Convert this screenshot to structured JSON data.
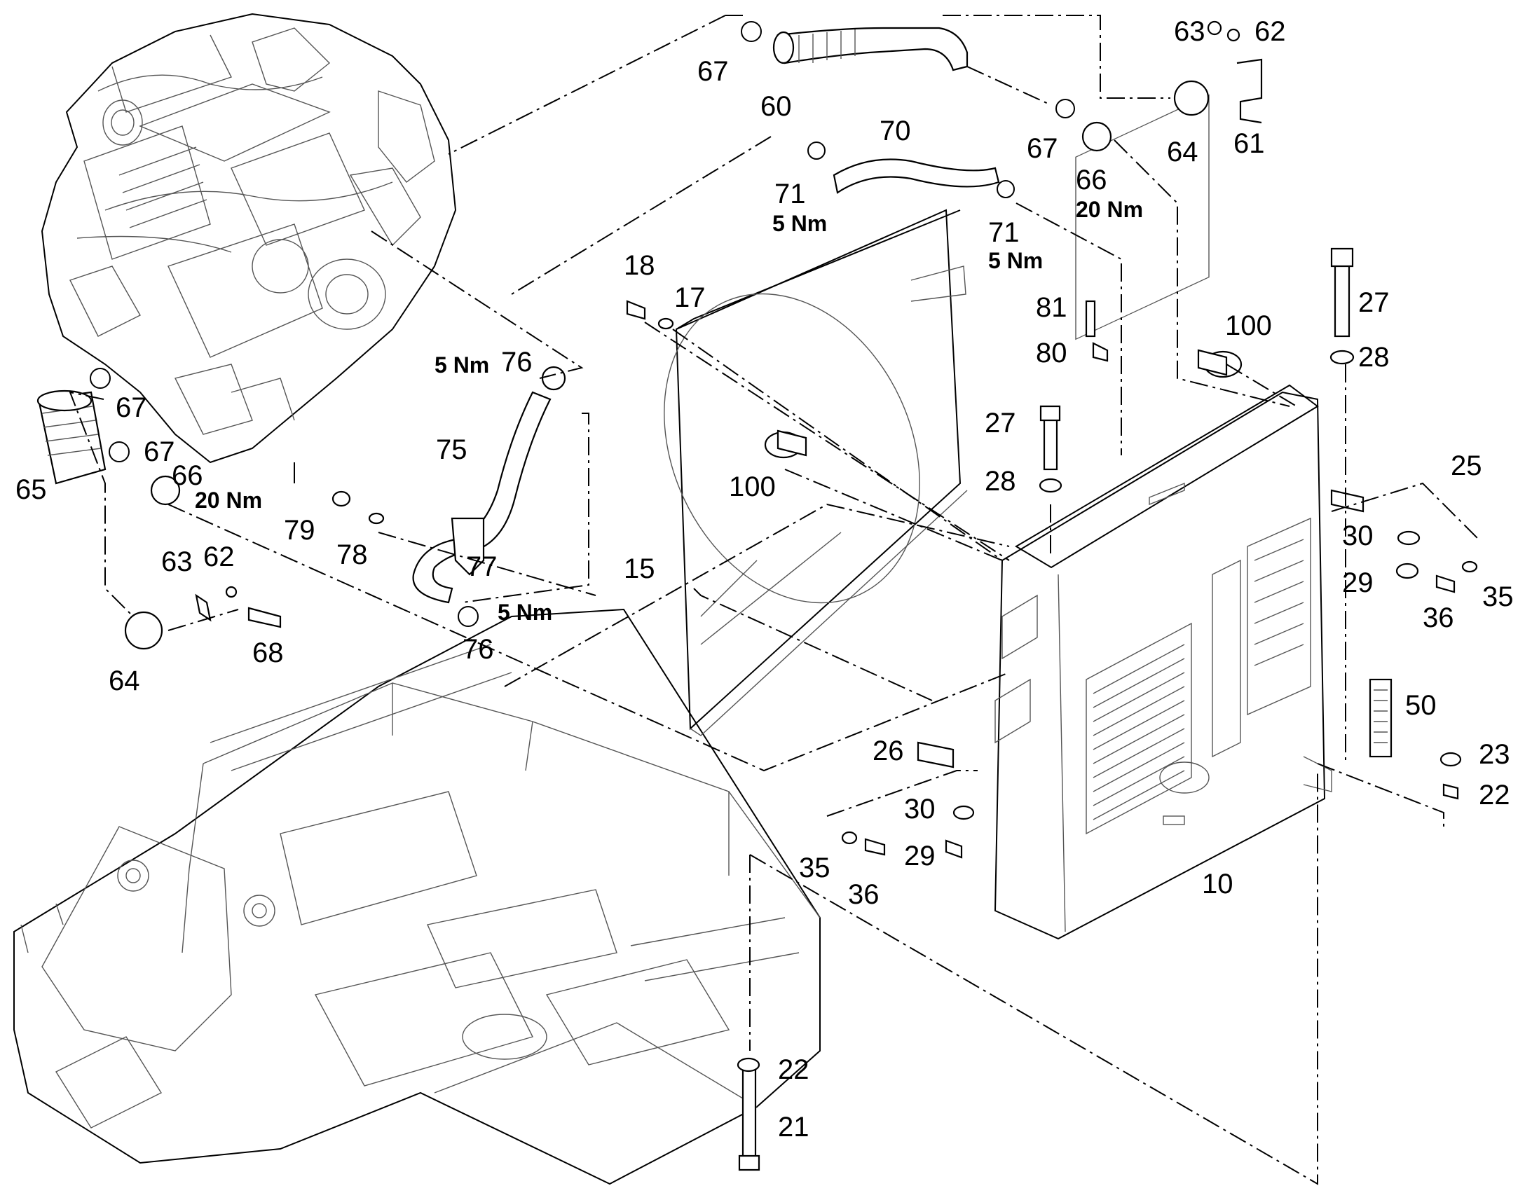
{
  "figure": {
    "part_labels": [
      {
        "id": "67a",
        "text": "67"
      },
      {
        "id": "60",
        "text": "60"
      },
      {
        "id": "63a",
        "text": "63"
      },
      {
        "id": "62a",
        "text": "62"
      },
      {
        "id": "61",
        "text": "61"
      },
      {
        "id": "64a",
        "text": "64"
      },
      {
        "id": "67b",
        "text": "67"
      },
      {
        "id": "70",
        "text": "70"
      },
      {
        "id": "66a",
        "text": "66"
      },
      {
        "id": "71a",
        "text": "71"
      },
      {
        "id": "71b",
        "text": "71"
      },
      {
        "id": "18",
        "text": "18"
      },
      {
        "id": "17",
        "text": "17"
      },
      {
        "id": "81",
        "text": "81"
      },
      {
        "id": "80",
        "text": "80"
      },
      {
        "id": "27a",
        "text": "27"
      },
      {
        "id": "100a",
        "text": "100"
      },
      {
        "id": "28a",
        "text": "28"
      },
      {
        "id": "27b",
        "text": "27"
      },
      {
        "id": "28b",
        "text": "28"
      },
      {
        "id": "76a",
        "text": "76"
      },
      {
        "id": "67c",
        "text": "67"
      },
      {
        "id": "67d",
        "text": "67"
      },
      {
        "id": "75",
        "text": "75"
      },
      {
        "id": "100b",
        "text": "100"
      },
      {
        "id": "66b",
        "text": "66"
      },
      {
        "id": "65",
        "text": "65"
      },
      {
        "id": "79",
        "text": "79"
      },
      {
        "id": "78",
        "text": "78"
      },
      {
        "id": "77",
        "text": "77"
      },
      {
        "id": "15",
        "text": "15"
      },
      {
        "id": "25",
        "text": "25"
      },
      {
        "id": "30a",
        "text": "30"
      },
      {
        "id": "29a",
        "text": "29"
      },
      {
        "id": "35a",
        "text": "35"
      },
      {
        "id": "36a",
        "text": "36"
      },
      {
        "id": "63b",
        "text": "63"
      },
      {
        "id": "62b",
        "text": "62"
      },
      {
        "id": "76b",
        "text": "76"
      },
      {
        "id": "64b",
        "text": "64"
      },
      {
        "id": "68",
        "text": "68"
      },
      {
        "id": "50",
        "text": "50"
      },
      {
        "id": "26",
        "text": "26"
      },
      {
        "id": "23",
        "text": "23"
      },
      {
        "id": "22a",
        "text": "22"
      },
      {
        "id": "30b",
        "text": "30"
      },
      {
        "id": "35b",
        "text": "35"
      },
      {
        "id": "29b",
        "text": "29"
      },
      {
        "id": "36b",
        "text": "36"
      },
      {
        "id": "10",
        "text": "10"
      },
      {
        "id": "22b",
        "text": "22"
      },
      {
        "id": "21",
        "text": "21"
      }
    ],
    "torque_labels": [
      {
        "id": "t66a",
        "text": "20 Nm"
      },
      {
        "id": "t71a",
        "text": "5 Nm"
      },
      {
        "id": "t71b",
        "text": "5 Nm"
      },
      {
        "id": "t76a",
        "text": "5 Nm"
      },
      {
        "id": "t66b",
        "text": "20 Nm"
      },
      {
        "id": "t76b",
        "text": "5 Nm"
      }
    ]
  }
}
